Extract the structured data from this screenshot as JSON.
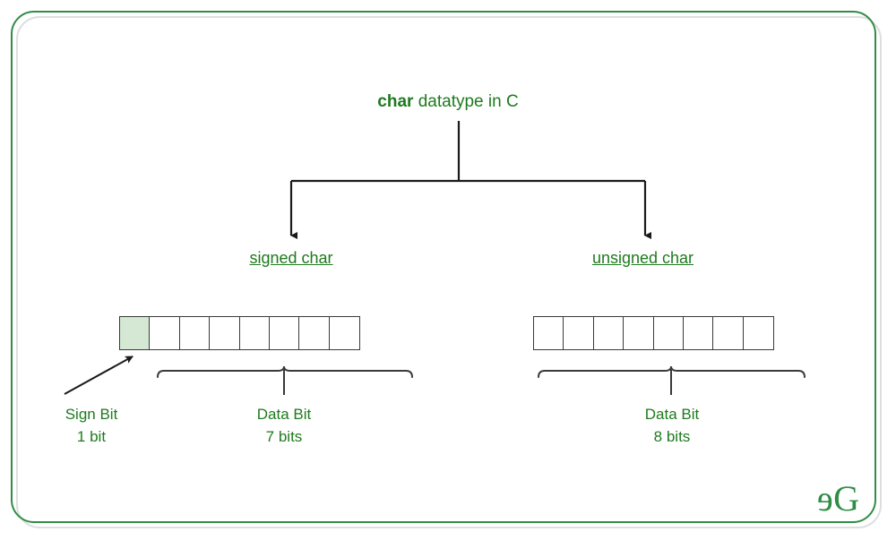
{
  "diagram": {
    "title": {
      "bold_part": "char",
      "rest_part": " datatype in C",
      "full": "char datatype in C"
    },
    "branches": [
      {
        "label": "signed char",
        "bits": [
          {
            "type": "sign",
            "fill": "#d4e8d4"
          },
          {
            "type": "data",
            "fill": "#ffffff"
          },
          {
            "type": "data",
            "fill": "#ffffff"
          },
          {
            "type": "data",
            "fill": "#ffffff"
          },
          {
            "type": "data",
            "fill": "#ffffff"
          },
          {
            "type": "data",
            "fill": "#ffffff"
          },
          {
            "type": "data",
            "fill": "#ffffff"
          },
          {
            "type": "data",
            "fill": "#ffffff"
          }
        ],
        "sign_bit_label": {
          "line1": "Sign Bit",
          "line2": "1 bit"
        },
        "data_bit_label": {
          "line1": "Data Bit",
          "line2": "7 bits"
        }
      },
      {
        "label": "unsigned char",
        "bits": [
          {
            "type": "data",
            "fill": "#ffffff"
          },
          {
            "type": "data",
            "fill": "#ffffff"
          },
          {
            "type": "data",
            "fill": "#ffffff"
          },
          {
            "type": "data",
            "fill": "#ffffff"
          },
          {
            "type": "data",
            "fill": "#ffffff"
          },
          {
            "type": "data",
            "fill": "#ffffff"
          },
          {
            "type": "data",
            "fill": "#ffffff"
          },
          {
            "type": "data",
            "fill": "#ffffff"
          }
        ],
        "data_bit_label": {
          "line1": "Data Bit",
          "line2": "8 bits"
        }
      }
    ],
    "logo": {
      "text": "ƏG"
    },
    "colors": {
      "green_text": "#1e7a1e",
      "frame_green": "#2f8d46",
      "sign_bit_fill": "#d4e8d4",
      "cell_border": "#3a3a3a",
      "connector": "#1a1a1a",
      "shadow": "#dedede"
    }
  }
}
